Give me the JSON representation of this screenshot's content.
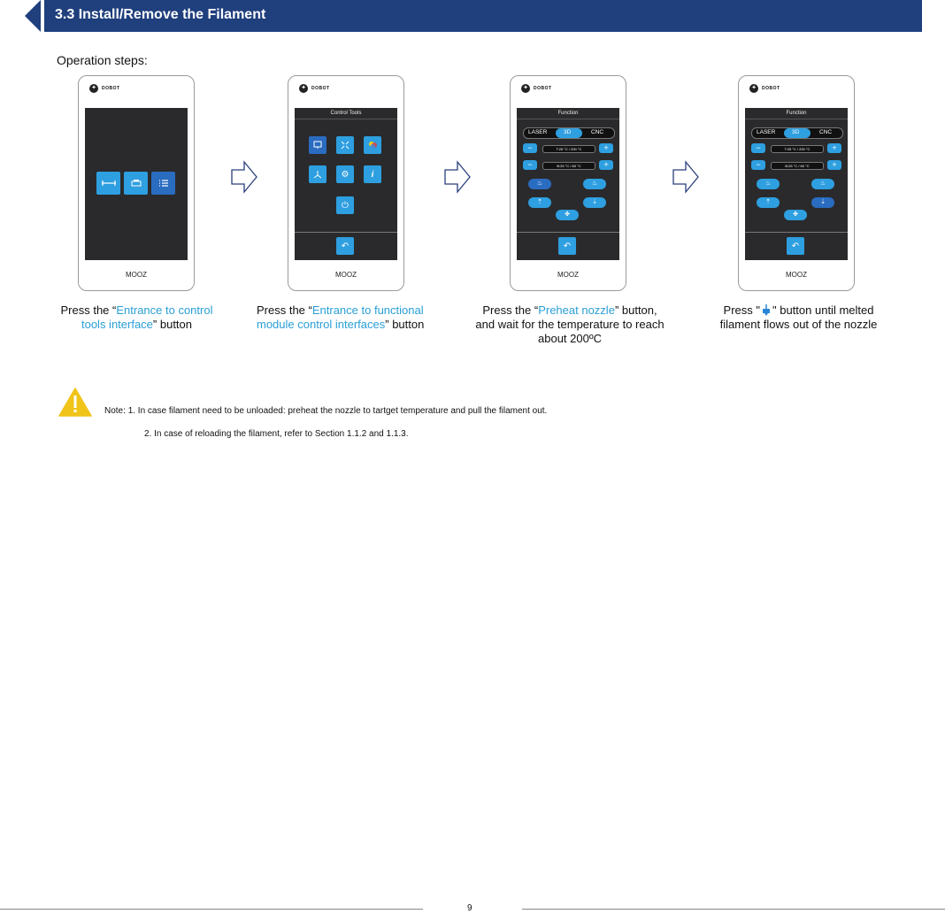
{
  "header": {
    "title": "3.3 Install/Remove the Filament"
  },
  "operation_steps_label": "Operation steps:",
  "phones": {
    "logo_text": "DOBOT",
    "brand": "MOOZ"
  },
  "screen2": {
    "title": "Control Tools"
  },
  "screen3": {
    "title": "Function",
    "modes": [
      "LASER",
      "3D",
      "CNC"
    ],
    "nozzle_temp": "T:25 °C / 200 °C",
    "bed_temp": "B:25 °C / 60 °C"
  },
  "screen4": {
    "title": "Function",
    "modes": [
      "LASER",
      "3D",
      "CNC"
    ],
    "nozzle_temp": "T:25 °C / 200 °C",
    "bed_temp": "B:25 °C / 60 °C"
  },
  "captions": {
    "c1": {
      "pre": "Press the “",
      "hl": "Entrance to control tools interface",
      "post": "” button"
    },
    "c2": {
      "pre": "Press the “",
      "hl": "Entrance to functional module control interfaces",
      "post": "” button"
    },
    "c3": {
      "pre": "Press the “",
      "hl": "Preheat nozzle",
      "post": "” button, and wait for the temperature to reach about 200ºC"
    },
    "c4": {
      "pre": "Press \"",
      "post": "\" button until melted filament flows out of the nozzle"
    }
  },
  "note": {
    "label": "Note:",
    "item1": "1. In case filament need to be unloaded: preheat the nozzle to tartget temperature and pull the filament out.",
    "item2": "2. In case of reloading the filament, refer to Section 1.1.2 and 1.1.3."
  },
  "page_number": "9",
  "colors": {
    "header": "#1f3f7d",
    "highlight": "#2a9fd6",
    "button_light": "#2e9fe0",
    "button_dark": "#2a6cc0",
    "warning": "#f0c419"
  }
}
